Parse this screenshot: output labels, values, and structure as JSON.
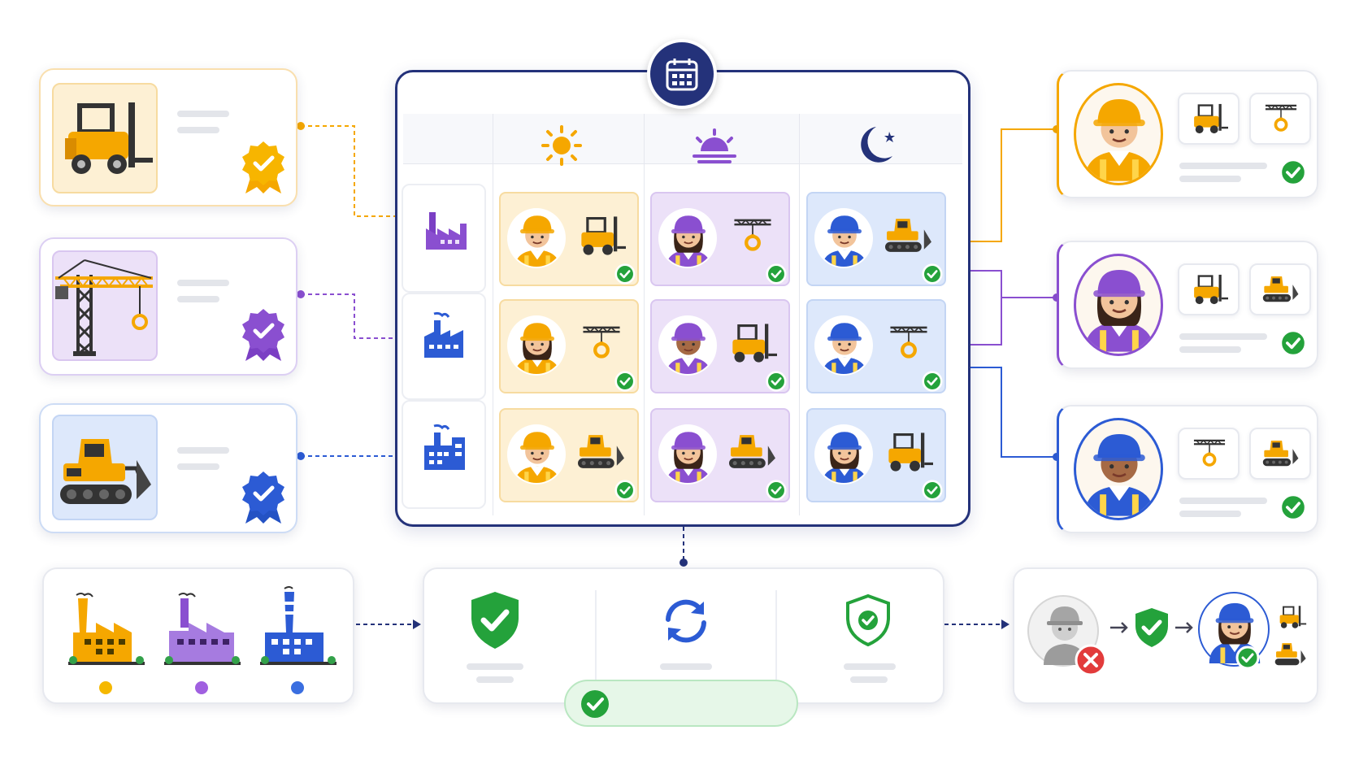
{
  "diagram": {
    "theme_colors": {
      "day": "#f5a700",
      "evening": "#8a4fd0",
      "night": "#2c5bd4",
      "check": "#24a23b",
      "error": "#e23b3b",
      "navy": "#24327a"
    },
    "shift_columns": [
      {
        "icon": "sun-icon"
      },
      {
        "icon": "sunset-icon"
      },
      {
        "icon": "moon-icon"
      }
    ],
    "plant_rows": [
      {
        "icon": "purple-factory-icon"
      },
      {
        "icon": "blue-factory-icon"
      },
      {
        "icon": "blue-factory-tower-icon"
      }
    ],
    "equipment_certifications": [
      {
        "equipment": "forklift-icon",
        "badge": "orange-badge-icon"
      },
      {
        "equipment": "crane-icon",
        "badge": "purple-badge-icon"
      },
      {
        "equipment": "bulldozer-icon",
        "badge": "blue-badge-icon"
      }
    ],
    "workers": [
      {
        "helmet": "orange",
        "skills": [
          "forklift",
          "crane"
        ]
      },
      {
        "helmet": "purple",
        "skills": [
          "forklift",
          "bulldozer"
        ]
      },
      {
        "helmet": "blue",
        "skills": [
          "crane",
          "bulldozer"
        ]
      }
    ],
    "validation_steps": [
      "shield-check-icon",
      "sync-icon",
      "shield-outline-check-icon"
    ],
    "substitution": [
      "unavailable-worker-icon",
      "shield-check-icon",
      "replacement-worker-icon"
    ]
  }
}
